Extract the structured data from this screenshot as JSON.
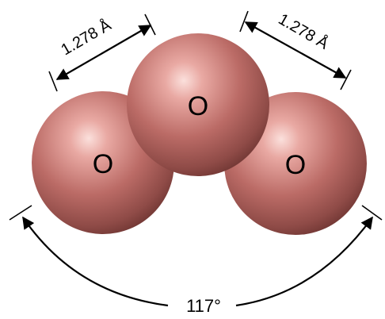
{
  "atoms": {
    "left": {
      "symbol": "O"
    },
    "center": {
      "symbol": "O"
    },
    "right": {
      "symbol": "O"
    }
  },
  "bonds": {
    "left": {
      "length_label": "1.278 Å"
    },
    "right": {
      "length_label": "1.278 Å"
    }
  },
  "angle": {
    "label": "117°"
  },
  "colors": {
    "atom_base": "#b5625e",
    "atom_highlight": "#f5c8c4",
    "atom_shadow": "#7a3f3c",
    "lines": "#000000"
  }
}
